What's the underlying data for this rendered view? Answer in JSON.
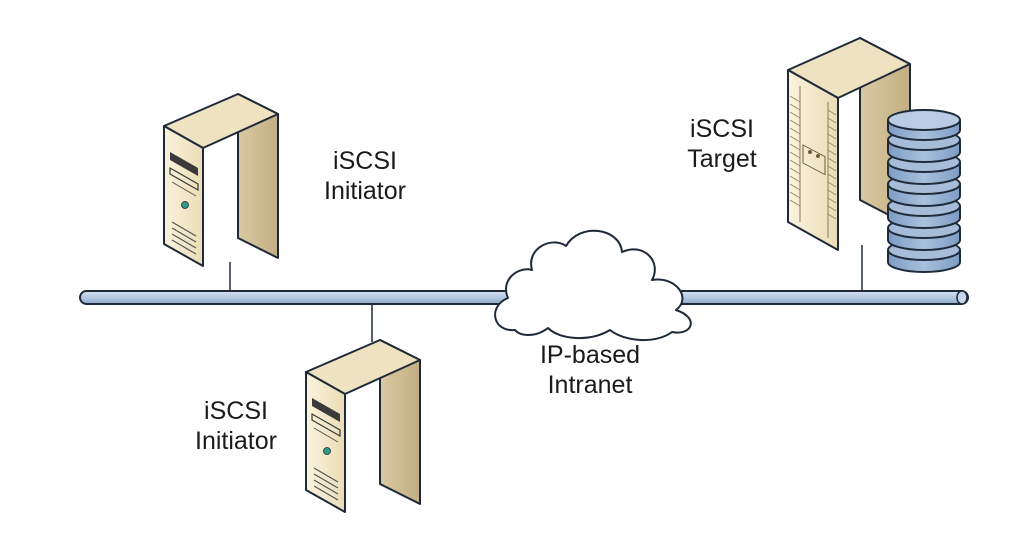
{
  "diagram": {
    "colors": {
      "bus_fill": "#b8cbe2",
      "bus_stroke": "#1e2a3a",
      "server_face": "#f3e7c8",
      "server_side": "#d8c79f",
      "server_top": "#efe2c0",
      "disk_fill": "#93aed1",
      "cloud_fill": "#ffffff",
      "status_led": "#2f9a86"
    },
    "nodes": {
      "initiator_top": {
        "line1": "iSCSI",
        "line2": "Initiator",
        "icon": "tower-server-icon"
      },
      "initiator_bottom": {
        "line1": "iSCSI",
        "line2": "Initiator",
        "icon": "tower-server-icon"
      },
      "target": {
        "line1": "iSCSI",
        "line2": "Target",
        "icon": "storage-server-icon"
      },
      "network": {
        "line1": "IP-based",
        "line2": "Intranet",
        "icon": "cloud-icon"
      }
    }
  }
}
